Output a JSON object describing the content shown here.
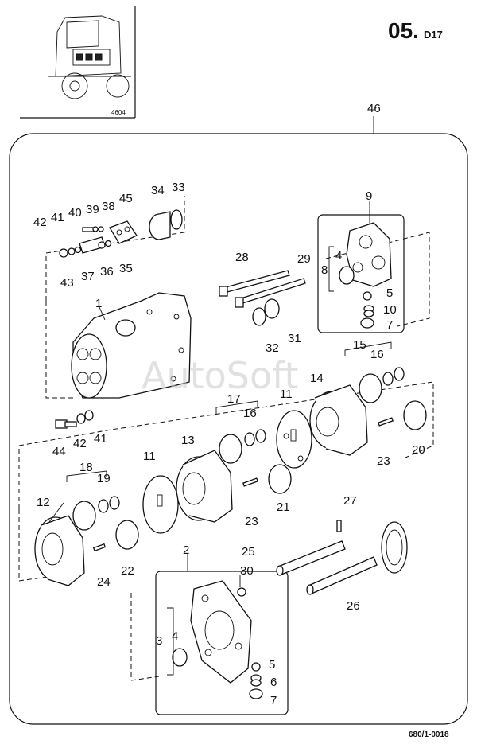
{
  "header": {
    "section_main": "05.",
    "section_sub": "D17",
    "thumbnail_code": "4604"
  },
  "watermark": "AutoSoft",
  "footer": {
    "drawing_number": "680/1-0018"
  },
  "assembly_label": "46",
  "callouts": [
    {
      "id": "c1",
      "text": "1"
    },
    {
      "id": "c2",
      "text": "2"
    },
    {
      "id": "c3",
      "text": "3"
    },
    {
      "id": "c4a",
      "text": "4"
    },
    {
      "id": "c4b",
      "text": "4"
    },
    {
      "id": "c5a",
      "text": "5"
    },
    {
      "id": "c5b",
      "text": "5"
    },
    {
      "id": "c6",
      "text": "6"
    },
    {
      "id": "c7a",
      "text": "7"
    },
    {
      "id": "c7b",
      "text": "7"
    },
    {
      "id": "c8",
      "text": "8"
    },
    {
      "id": "c9",
      "text": "9"
    },
    {
      "id": "c10",
      "text": "10"
    },
    {
      "id": "c11a",
      "text": "11"
    },
    {
      "id": "c11b",
      "text": "11"
    },
    {
      "id": "c12",
      "text": "12"
    },
    {
      "id": "c13",
      "text": "13"
    },
    {
      "id": "c14",
      "text": "14"
    },
    {
      "id": "c15",
      "text": "15"
    },
    {
      "id": "c16a",
      "text": "16"
    },
    {
      "id": "c16b",
      "text": "16"
    },
    {
      "id": "c17",
      "text": "17"
    },
    {
      "id": "c18",
      "text": "18"
    },
    {
      "id": "c19",
      "text": "19"
    },
    {
      "id": "c20",
      "text": "20"
    },
    {
      "id": "c21",
      "text": "21"
    },
    {
      "id": "c22",
      "text": "22"
    },
    {
      "id": "c23a",
      "text": "23"
    },
    {
      "id": "c23b",
      "text": "23"
    },
    {
      "id": "c24",
      "text": "24"
    },
    {
      "id": "c25",
      "text": "25"
    },
    {
      "id": "c26",
      "text": "26"
    },
    {
      "id": "c27",
      "text": "27"
    },
    {
      "id": "c28",
      "text": "28"
    },
    {
      "id": "c29",
      "text": "29"
    },
    {
      "id": "c30",
      "text": "30"
    },
    {
      "id": "c31",
      "text": "31"
    },
    {
      "id": "c32",
      "text": "32"
    },
    {
      "id": "c33",
      "text": "33"
    },
    {
      "id": "c34",
      "text": "34"
    },
    {
      "id": "c35",
      "text": "35"
    },
    {
      "id": "c36",
      "text": "36"
    },
    {
      "id": "c37",
      "text": "37"
    },
    {
      "id": "c38",
      "text": "38"
    },
    {
      "id": "c39",
      "text": "39"
    },
    {
      "id": "c40",
      "text": "40"
    },
    {
      "id": "c41a",
      "text": "41"
    },
    {
      "id": "c41b",
      "text": "41"
    },
    {
      "id": "c42a",
      "text": "42"
    },
    {
      "id": "c42b",
      "text": "42"
    },
    {
      "id": "c43",
      "text": "43"
    },
    {
      "id": "c44",
      "text": "44"
    },
    {
      "id": "c45",
      "text": "45"
    }
  ]
}
